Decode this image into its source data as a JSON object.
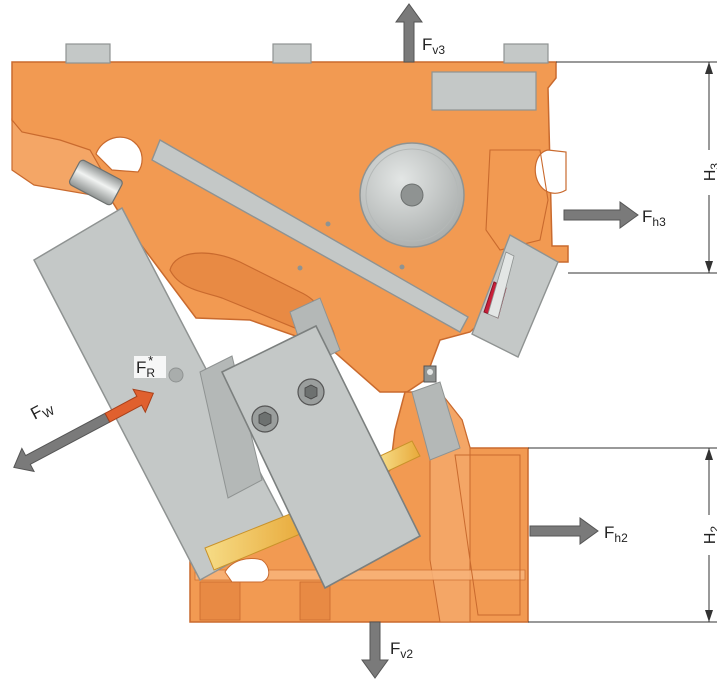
{
  "colors": {
    "body": "#f29a52",
    "body_dark": "#c96a2e",
    "body_light": "#f8b47b",
    "steel": "#c4c8c7",
    "steel_dark": "#8f9392",
    "steel_light": "#e3e6e5",
    "arrow_gray": "#7a7a7a",
    "arrow_red": "#e0602e",
    "yellow": "#f3c54a",
    "red_insert": "#c8203a",
    "line": "#333333"
  },
  "forces": {
    "fv3": {
      "main": "F",
      "sub": "v3"
    },
    "fh3": {
      "main": "F",
      "sub": "h3"
    },
    "fh2": {
      "main": "F",
      "sub": "h2"
    },
    "fv2": {
      "main": "F",
      "sub": "v2"
    },
    "fw": {
      "main": "F",
      "sub": "W"
    },
    "fr": {
      "main": "F",
      "sub": "R",
      "sup": "*"
    }
  },
  "dimensions": {
    "h3": {
      "main": "H",
      "sub": "3"
    },
    "h2": {
      "main": "H",
      "sub": "2"
    }
  }
}
